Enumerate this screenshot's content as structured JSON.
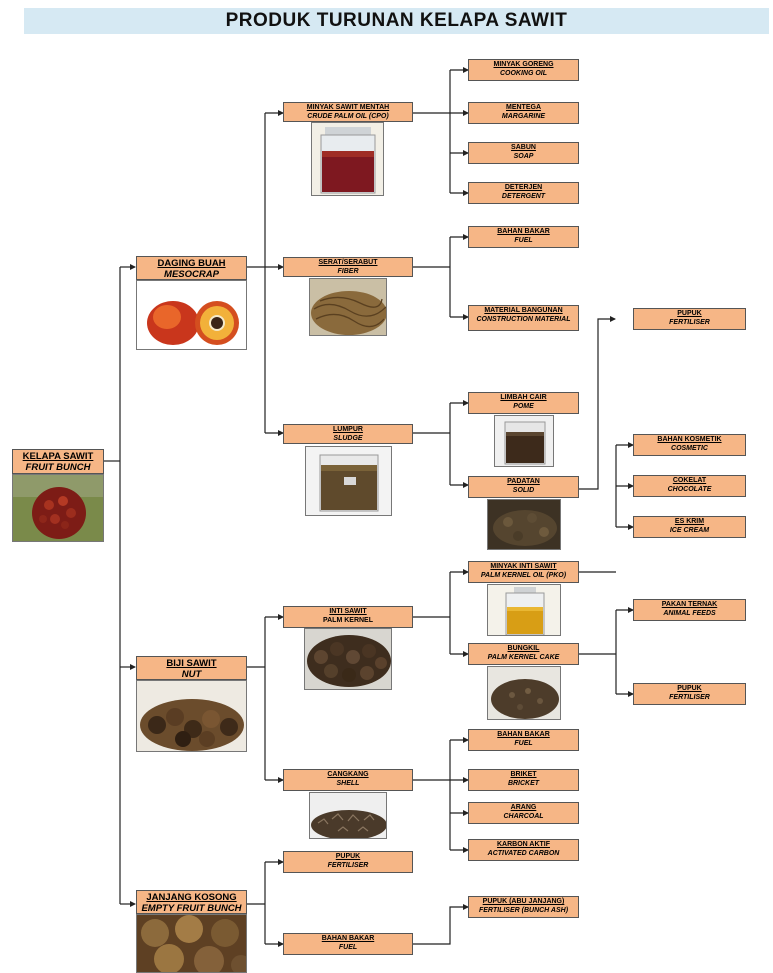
{
  "title": "PRODUK TURUNAN KELAPA SAWIT",
  "colors": {
    "box_fill": "#f6b686",
    "title_band": "#d6e9f3",
    "connector": "#222222"
  },
  "nodes": {
    "root": {
      "label": "KELAPA SAWIT",
      "sub": "FRUIT BUNCH"
    },
    "mesocrap": {
      "label": "DAGING BUAH",
      "sub": "MESOCRAP"
    },
    "nut": {
      "label": "BIJI SAWIT",
      "sub": "NUT"
    },
    "efb": {
      "label": "JANJANG KOSONG",
      "sub": "EMPTY FRUIT BUNCH"
    },
    "cpo": {
      "label": "MINYAK SAWIT MENTAH",
      "sub": "CRUDE PALM OIL (CPO)"
    },
    "fiber": {
      "label": "SERAT/SERABUT",
      "sub": "FIBER"
    },
    "sludge": {
      "label": "LUMPUR",
      "sub": "SLUDGE"
    },
    "kernel": {
      "label": "INTI SAWIT",
      "sub": "PALM KERNEL"
    },
    "shell": {
      "label": "CANGKANG",
      "sub": "SHELL"
    },
    "efb_fert": {
      "label": "PUPUK",
      "sub": "FERTILISER"
    },
    "efb_fuel": {
      "label": "BAHAN BAKAR",
      "sub": "FUEL"
    },
    "cooking": {
      "label": "MINYAK GORENG",
      "sub": "COOKING OIL"
    },
    "margarine": {
      "label": "MENTEGA",
      "sub": "MARGARINE"
    },
    "soap": {
      "label": "SABUN",
      "sub": "SOAP"
    },
    "detergent": {
      "label": "DETERJEN",
      "sub": "DETERGENT"
    },
    "fiber_fuel": {
      "label": "BAHAN BAKAR",
      "sub": "FUEL"
    },
    "construction": {
      "label": "MATERIAL BANGUNAN",
      "sub": "CONSTRUCTION MATERIAL"
    },
    "pome": {
      "label": "LIMBAH CAIR",
      "sub": "POME"
    },
    "solid": {
      "label": "PADATAN",
      "sub": "SOLID"
    },
    "pko": {
      "label": "MINYAK INTI SAWIT",
      "sub": "PALM KERNEL OIL (PKO)"
    },
    "cake": {
      "label": "BUNGKIL",
      "sub": "PALM KERNEL CAKE"
    },
    "shell_fuel": {
      "label": "BAHAN BAKAR",
      "sub": "FUEL"
    },
    "bricket": {
      "label": "BRIKET",
      "sub": "BRICKET"
    },
    "charcoal": {
      "label": "ARANG",
      "sub": "CHARCOAL"
    },
    "carbon": {
      "label": "KARBON AKTIF",
      "sub": "ACTIVATED CARBON"
    },
    "bunch_ash": {
      "label": "PUPUK (ABU JANJANG)",
      "sub": "FERTILISER (BUNCH ASH)"
    },
    "solid_fert": {
      "label": "PUPUK",
      "sub": "FERTILISER"
    },
    "cosmetic": {
      "label": "BAHAN KOSMETIK",
      "sub": "COSMETIC"
    },
    "chocolate": {
      "label": "COKELAT",
      "sub": "CHOCOLATE"
    },
    "icecream": {
      "label": "ES KRIM",
      "sub": "ICE CREAM"
    },
    "feeds": {
      "label": "PAKAN TERNAK",
      "sub": "ANIMAL FEEDS"
    },
    "cake_fert": {
      "label": "PUPUK",
      "sub": "FERTILISER"
    }
  }
}
